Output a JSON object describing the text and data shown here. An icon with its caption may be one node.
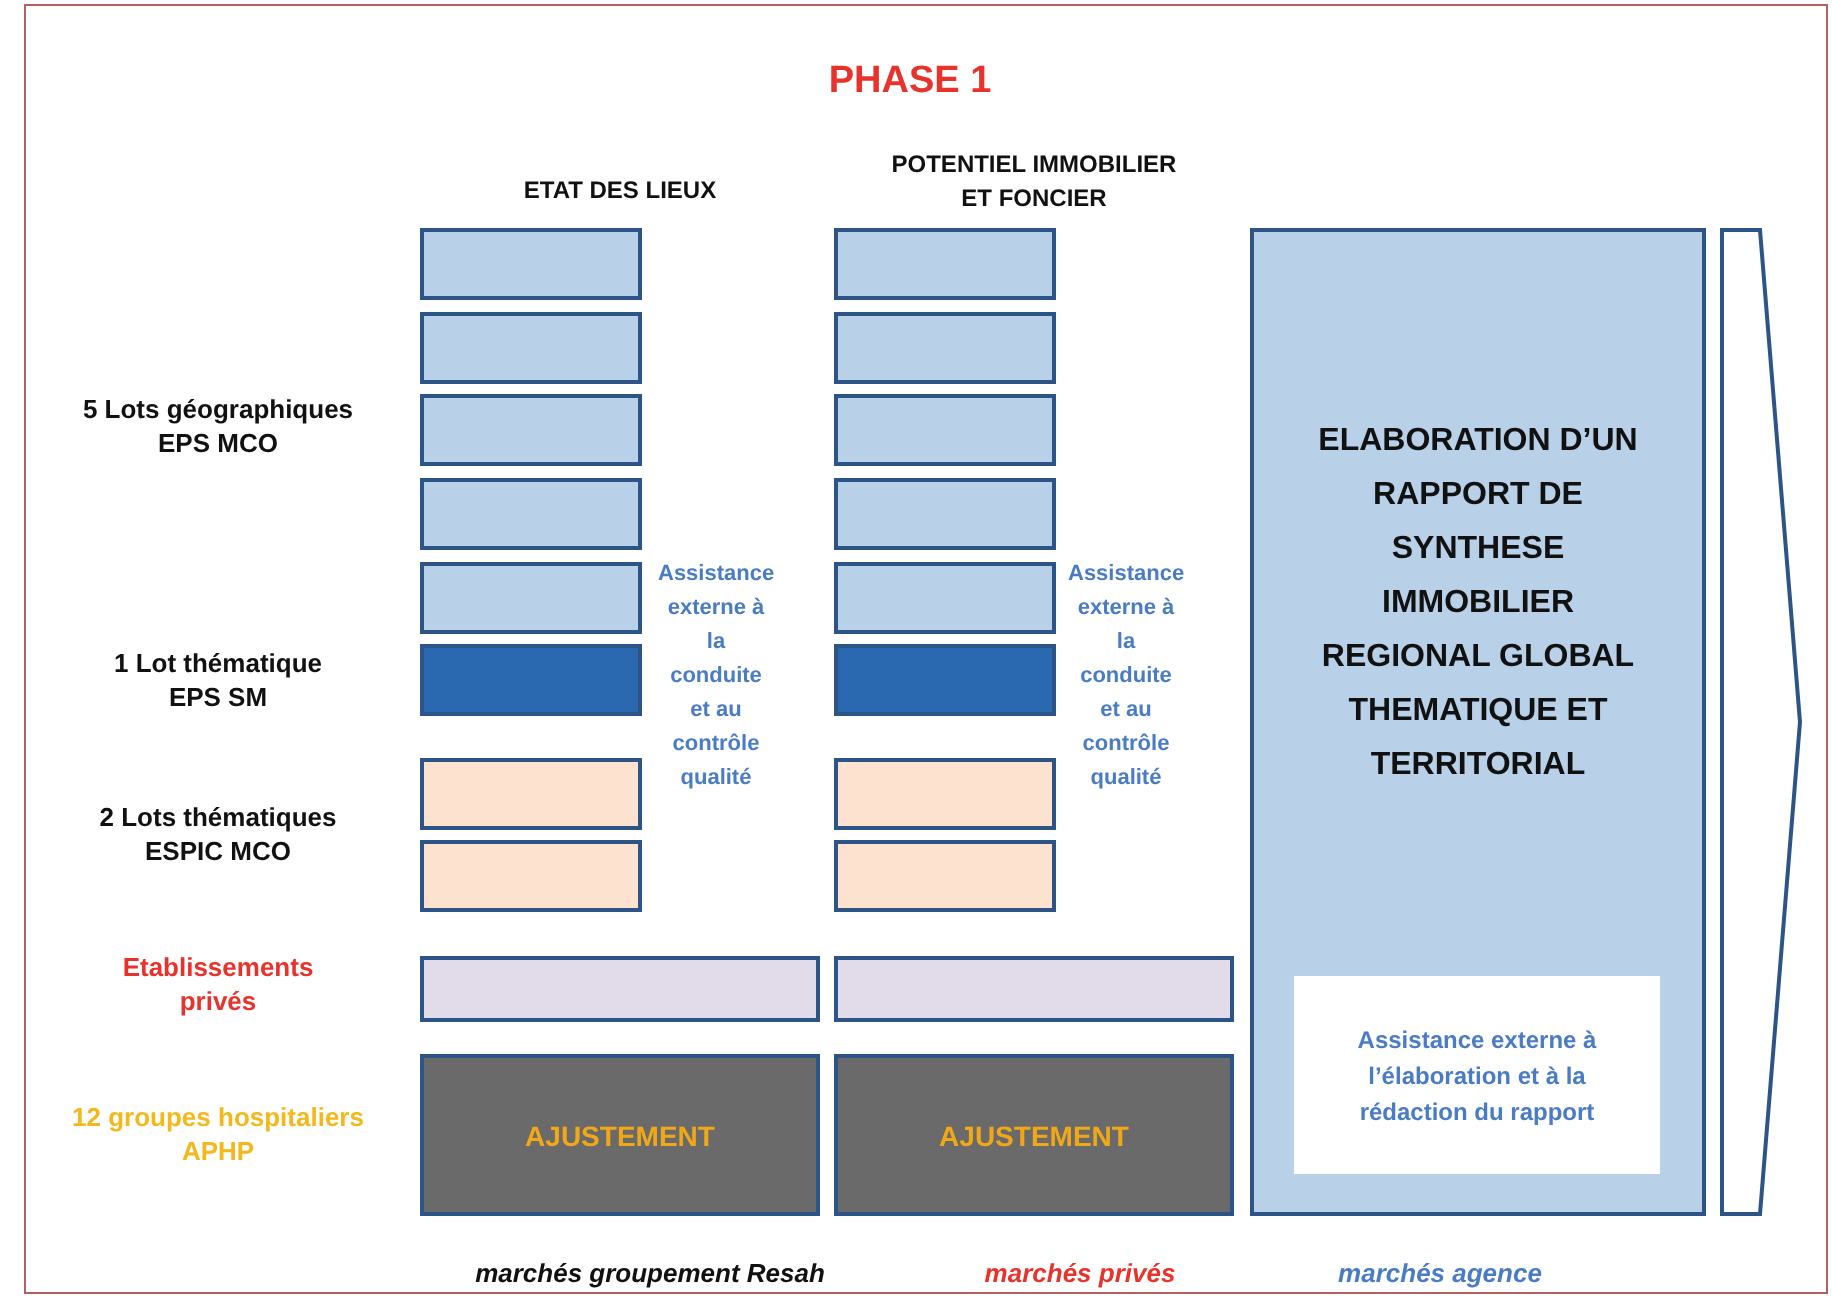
{
  "diagram": {
    "title": "PHASE 1",
    "nodes": [
      {
        "text": [],
        "shape": "box"
      },
      {
        "text": [],
        "shape": "box"
      },
      {
        "text": [],
        "shape": "box"
      },
      {
        "text": [],
        "shape": "box"
      },
      {
        "text": [],
        "shape": "box"
      },
      {
        "text": [],
        "shape": "box"
      },
      {
        "text": [],
        "shape": "box"
      },
      {
        "text": [],
        "shape": "box"
      },
      {
        "text": [],
        "shape": "box"
      },
      {
        "text": [],
        "shape": "box"
      },
      {
        "text": [],
        "shape": "box"
      },
      {
        "text": [],
        "shape": "box"
      },
      {
        "text": [],
        "shape": "box"
      },
      {
        "text": [],
        "shape": "box"
      },
      {
        "text": [],
        "shape": "box"
      },
      {
        "text": [],
        "shape": "box"
      },
      {
        "text": [],
        "shape": "box"
      },
      {
        "text": [],
        "shape": "box"
      },
      {
        "text": [
          "AJUSTEMENT"
        ]
      },
      {
        "text": [
          "AJUSTEMENT"
        ]
      },
      {
        "text": [
          "Assistance externe à la conduite et au contrôle qualité"
        ]
      },
      {
        "text": [
          "Assistance externe à la conduite et au contrôle qualité"
        ]
      },
      {
        "text": [
          "ELABORATION D’UN RAPPORT DE SYNTHESE IMMOBILIER REGIONAL GLOBAL THEMATIQUE ET TERRITORIAL"
        ]
      },
      {
        "text": [
          "Assistance externe à l’élaboration et à la rédaction du rapport"
        ],
        "in": 22
      },
      {
        "text": [],
        "shape": "chevron"
      }
    ],
    "labels": [
      "ETAT DES LIEUX",
      "POTENTIEL IMMOBILIER ET FONCIER",
      "5 Lots géographiques EPS MCO",
      "1 Lot thématique EPS SM",
      "2 Lots thématiques ESPIC MCO",
      "Etablissements privés",
      "12 groupes hospitaliers APHP",
      "marchés groupement Resah",
      "marchés privés",
      "marchés agence"
    ]
  }
}
